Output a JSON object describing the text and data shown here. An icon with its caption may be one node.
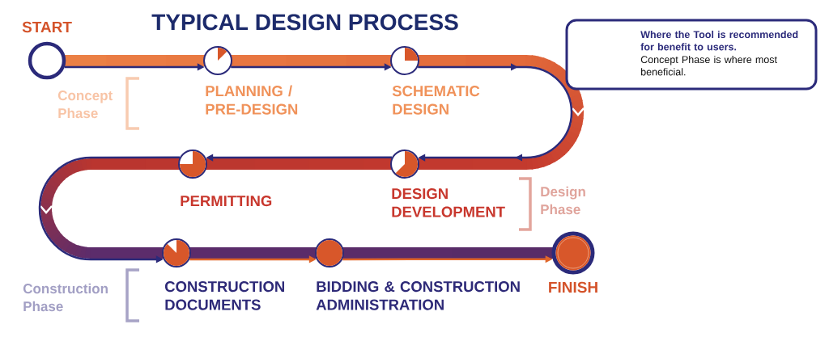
{
  "diagram": {
    "title": "TYPICAL DESIGN PROCESS",
    "nodes": [
      {
        "text": [
          "START"
        ]
      },
      {
        "text": [
          "PLANNING / PRE-DESIGN"
        ]
      },
      {
        "text": [
          "SCHEMATIC DESIGN"
        ]
      },
      {
        "text": [
          "Where the Tool is recommended for benefit to users.",
          "Concept Phase is where most beneficial."
        ]
      },
      {
        "text": [
          "PERMITTING"
        ]
      },
      {
        "text": [
          "DESIGN DEVELOPMENT"
        ]
      },
      {
        "text": [
          "CONSTRUCTION DOCUMENTS"
        ]
      },
      {
        "text": [
          "BIDDING & CONSTRUCTION ADMINISTRATION"
        ]
      },
      {
        "text": [
          "FINISH"
        ]
      }
    ],
    "edges": [
      {
        "from": 0,
        "to": 1,
        "arrow": "to"
      },
      {
        "from": 1,
        "to": 2,
        "arrow": "to"
      },
      {
        "from": 2,
        "to": 5,
        "arrow": "to"
      },
      {
        "from": 5,
        "to": 4,
        "arrow": "to"
      },
      {
        "from": 4,
        "to": 6,
        "arrow": "to"
      },
      {
        "from": 6,
        "to": 7,
        "arrow": "to",
        "color": "#e0662a"
      },
      {
        "from": 7,
        "to": 8,
        "arrow": "to",
        "color": "#e0662a"
      }
    ],
    "labels": [
      "Concept Phase",
      "Design Phase",
      "Construction Phase"
    ]
  }
}
